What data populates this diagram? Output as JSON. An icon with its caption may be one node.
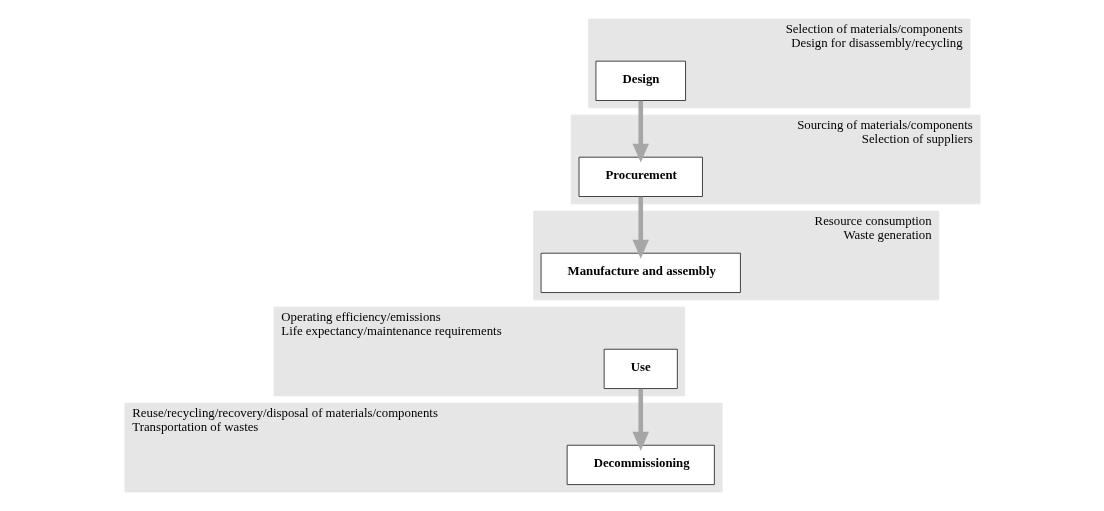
{
  "diagram": {
    "nodes": [
      {
        "text": [
          "Selection of materials/components",
          "Design for disassembly/recycling"
        ]
      },
      {
        "text": [
          "Design"
        ],
        "in": 0
      },
      {
        "text": [
          "Sourcing of materials/components",
          "Selection of suppliers"
        ]
      },
      {
        "text": [
          "Procurement"
        ],
        "in": 2
      },
      {
        "text": [
          "Resource consumption",
          "Waste generation"
        ]
      },
      {
        "text": [
          "Manufacture and assembly"
        ],
        "in": 4
      },
      {
        "text": [
          "Operating efficiency/emissions",
          "Life expectancy/maintenance requirements"
        ]
      },
      {
        "text": [
          "Use"
        ],
        "in": 6
      },
      {
        "text": [
          "Reuse/recycling/recovery/disposal of materials/components",
          "Transportation of wastes"
        ]
      },
      {
        "text": [
          "Decommissioning"
        ],
        "in": 8
      }
    ],
    "edges": [
      {
        "from": 1,
        "to": 3,
        "arrow": "to"
      },
      {
        "from": 3,
        "to": 5,
        "arrow": "to"
      },
      {
        "from": 7,
        "to": 9,
        "arrow": "to"
      }
    ]
  }
}
